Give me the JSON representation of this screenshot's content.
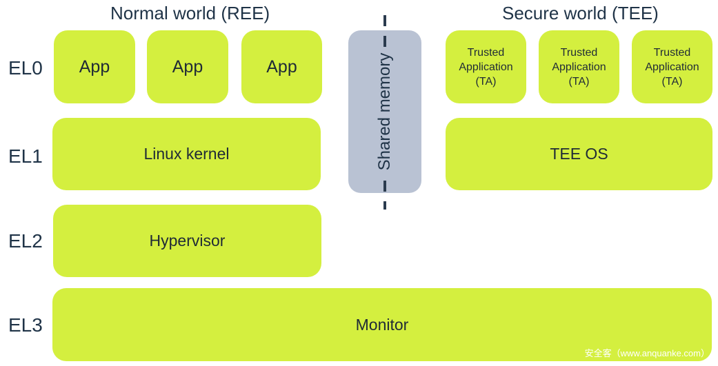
{
  "headings": {
    "normal_world": "Normal world (REE)",
    "secure_world": "Secure world (TEE)"
  },
  "exception_levels": [
    "EL0",
    "EL1",
    "EL2",
    "EL3"
  ],
  "normal_world": {
    "el0_apps": [
      "App",
      "App",
      "App"
    ],
    "el1": "Linux kernel",
    "el2": "Hypervisor"
  },
  "shared_memory": "Shared memory",
  "secure_world": {
    "el0_tas": [
      "Trusted\nApplication\n(TA)",
      "Trusted\nApplication\n(TA)",
      "Trusted\nApplication\n(TA)"
    ],
    "el1": "TEE OS"
  },
  "el3": "Monitor",
  "watermark": "安全客（www.anquanke.com）",
  "colors": {
    "block": "#d4ef3f",
    "shared_memory": "#b9c2d3",
    "text": "#1f3347"
  }
}
